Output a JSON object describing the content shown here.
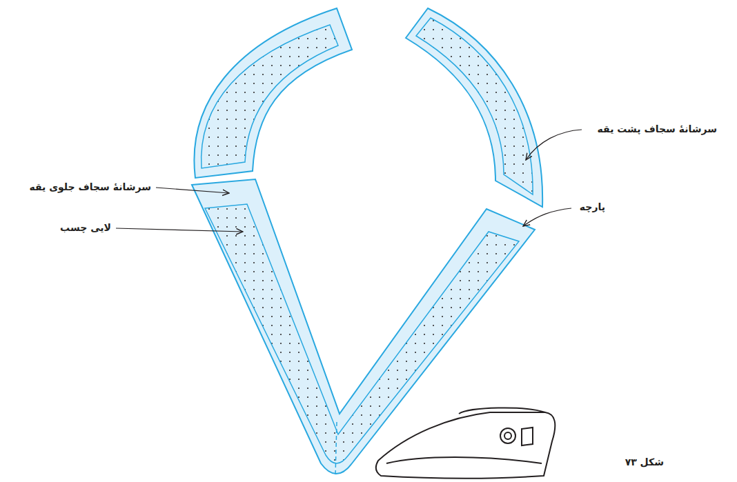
{
  "diagram": {
    "caption": "شکل ۷۳",
    "labels": [
      "سرشانهٔ سجاف پشت یقه",
      "سرشانهٔ سجاف جلوی یقه",
      "پارچه",
      "لایی چسب"
    ]
  }
}
